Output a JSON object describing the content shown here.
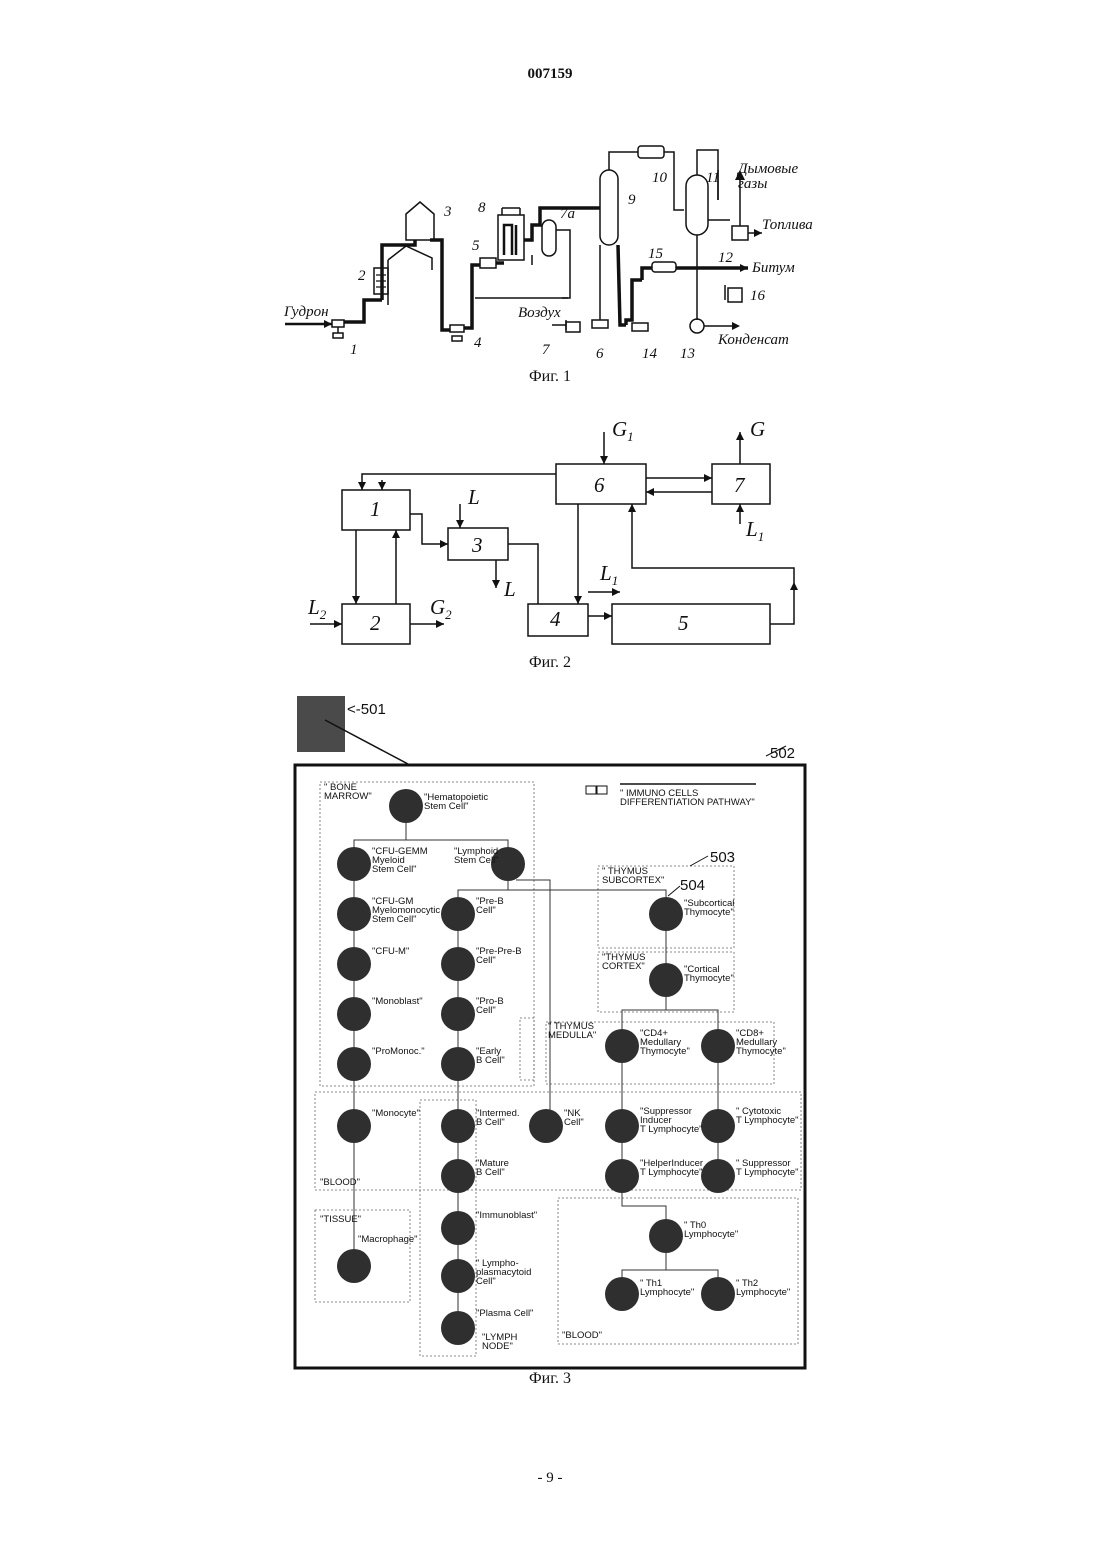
{
  "header": {
    "doc_number": "007159"
  },
  "figure1": {
    "caption": "Фиг. 1",
    "labels": {
      "gudron": "Гудрон",
      "vozdukh": "Воздух",
      "dymovye": "Дымовые",
      "gazy": "газы",
      "topliva": "Топлива",
      "bitum": "Битум",
      "kondensat": "Конденсат"
    },
    "numbers": [
      "1",
      "2",
      "3",
      "4",
      "5",
      "6",
      "7",
      "7а",
      "8",
      "9",
      "10",
      "11",
      "12",
      "13",
      "14",
      "15",
      "16"
    ]
  },
  "figure2": {
    "caption": "Фиг. 2",
    "blocks": [
      "1",
      "2",
      "3",
      "4",
      "5",
      "6",
      "7"
    ],
    "flows": {
      "G1": "G",
      "G1_sub": "1",
      "G": "G",
      "L_top": "L",
      "L_bottom": "L",
      "L1_a": "L",
      "L1_a_sub": "1",
      "L1_b": "L",
      "L1_b_sub": "1",
      "L2": "L",
      "L2_sub": "2",
      "G2": "G",
      "G2_sub": "2"
    }
  },
  "figure3": {
    "caption": "Фиг. 3",
    "ref_501": "<-501",
    "ref_502": "502",
    "ref_503": "503",
    "ref_504": "504",
    "title_line1": "\"        IMMUNO CELLS",
    "title_line2": "DIFFERENTIATION PATHWAY\"",
    "regions": {
      "bone_marrow_1": "\" BONE",
      "bone_marrow_2": "MARROW\"",
      "thymus_subcortex_1": "\" THYMUS",
      "thymus_subcortex_2": "SUBCORTEX\"",
      "thymus_cortex_1": "\"THYMUS",
      "thymus_cortex_2": "CORTEX\"",
      "thymus_medulla_1": "\" THYMUS",
      "thymus_medulla_2": "MEDULLA\"",
      "blood_1": "\"BLOOD\"",
      "tissue": "\"TISSUE\"",
      "blood_2": "\"BLOOD\"",
      "lymph_node_1": "\"LYMPH",
      "lymph_node_2": "NODE\""
    },
    "cells": {
      "hsc_1": "\"Hematopoietic",
      "hsc_2": "Stem Cell\"",
      "cfu_gemm_1": "\"CFU-GEMM",
      "cfu_gemm_2": "Myeloid",
      "cfu_gemm_3": "Stem Cell\"",
      "lymph_stem_1": "\"Lymphoid",
      "lymph_stem_2": "Stem Cell\"",
      "cfu_gm_1": "\"CFU-GM",
      "cfu_gm_2": "Myelomonocytic",
      "cfu_gm_3": "Stem Cell\"",
      "pre_b_1": "\"Pre-B",
      "pre_b_2": "Cell\"",
      "cfu_m": "\"CFU-M\"",
      "pre_pre_b_1": "\"Pre-Pre-B",
      "pre_pre_b_2": "Cell\"",
      "monoblast": "\"Monoblast\"",
      "pro_b_1": "\"Pro-B",
      "pro_b_2": "Cell\"",
      "promonoc": "\"ProMonoc.\"",
      "early_b_1": "\"Early",
      "early_b_2": "B Cell\"",
      "subcortical_1": "\"Subcortical",
      "subcortical_2": "Thymocyte\"",
      "cortical_1": "\"Cortical",
      "cortical_2": "Thymocyte\"",
      "cd4_1": "\"CD4+",
      "cd4_2": "Medullary",
      "cd4_3": "Thymocyte\"",
      "cd8_1": "\"CD8+",
      "cd8_2": "Medullary",
      "cd8_3": "Thymocyte\"",
      "monocyte": "\"Monocyte\"",
      "intermed_b_1": "\"Intermed.",
      "intermed_b_2": "B Cell\"",
      "nk_1": "\"NK",
      "nk_2": "Cell\"",
      "supp_ind_1": "\"Suppressor",
      "supp_ind_2": "Inducer",
      "supp_ind_3": "T Lymphocyte\"",
      "cytotoxic_1": "\" Cytotoxic",
      "cytotoxic_2": "T Lymphocyte\"",
      "mature_b_1": "\"Mature",
      "mature_b_2": "B Cell\"",
      "helper_ind_1": "\"HelperInducer",
      "helper_ind_2": "T Lymphocyte\"",
      "suppressor_1": "\" Suppressor",
      "suppressor_2": "T Lymphocyte\"",
      "immunoblast": "\"Immunoblast\"",
      "macrophage": "\"Macrophage\"",
      "th0_1": "\"     Th0",
      "th0_2": "Lymphocyte\"",
      "lympho_plasma_1": "\"  Lympho-",
      "lympho_plasma_2": "plasmacytoid",
      "lympho_plasma_3": "Cell\"",
      "th1_1": "\"     Th1",
      "th1_2": "Lymphocyte\"",
      "th2_1": "\"     Th2",
      "th2_2": "Lymphocyte\"",
      "plasma_cell": "\"Plasma Cell\""
    }
  },
  "footer": {
    "page_number": "- 9 -"
  }
}
